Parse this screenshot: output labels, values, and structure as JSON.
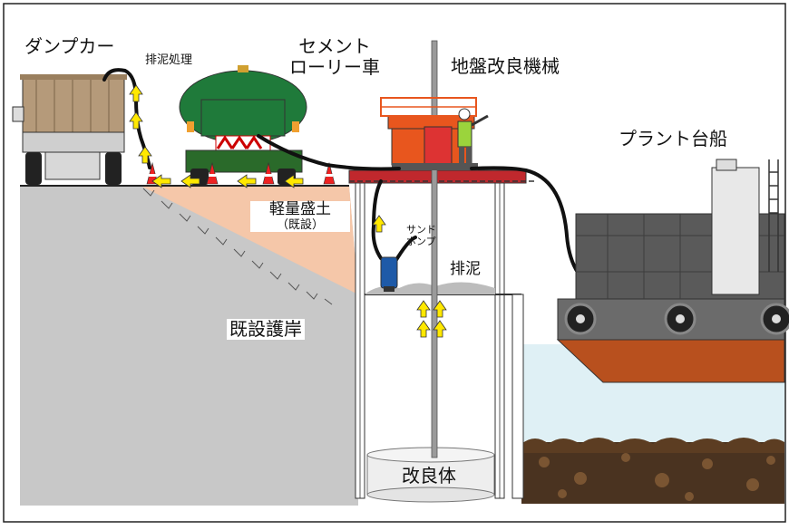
{
  "labels": {
    "dump_truck": "ダンプカー",
    "mud_treatment": "排泥処理",
    "cement_lorry_line1": "セメント",
    "cement_lorry_line2": "ローリー車",
    "ground_machine": "地盤改良機械",
    "plant_barge": "プラント台船",
    "light_fill": "軽量盛土",
    "light_fill_note": "（既設）",
    "sand_pump_line1": "サンド",
    "sand_pump_line2": "ポンプ",
    "mud_discharge": "排泥",
    "existing_revetment": "既設護岸",
    "improved_body": "改良体"
  },
  "colors": {
    "water": "#dff0f5",
    "ground": "#c8c8c8",
    "fill_slope": "#f5c7a9",
    "truck_body": "#b59a7a",
    "tank": "#1f7a3a",
    "machine": "#e8561e",
    "barge_hull": "#b8501e",
    "barge_deck": "#6b6b6b",
    "arrow": "#ffe800",
    "seabed": "#4a3320"
  }
}
